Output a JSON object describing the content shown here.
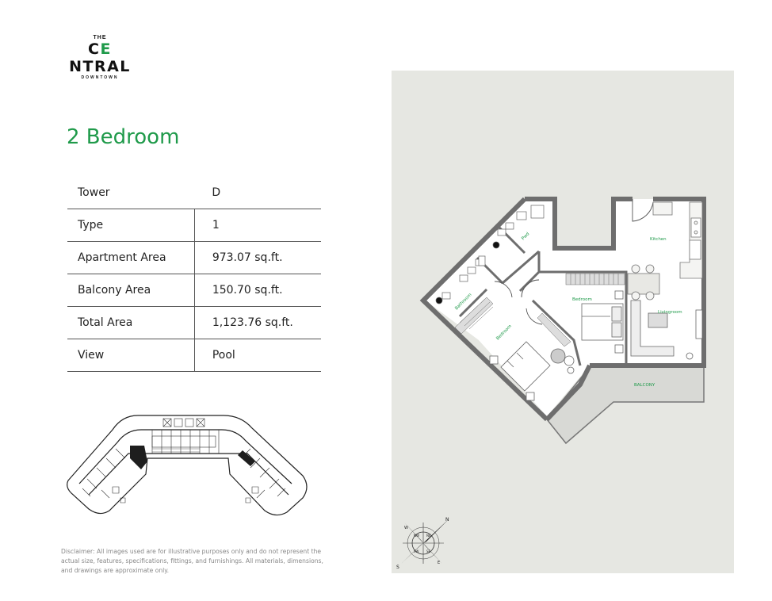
{
  "logo": {
    "top": "THE",
    "main_pre": "C",
    "main_e": "E",
    "main_post": "NTRAL",
    "sub": "DOWNTOWN"
  },
  "title": "2 Bedroom",
  "specs": [
    {
      "label": "Tower",
      "value": "D"
    },
    {
      "label": "Type",
      "value": "1"
    },
    {
      "label": "Apartment Area",
      "value": "973.07 sq.ft."
    },
    {
      "label": "Balcony Area",
      "value": "150.70 sq.ft."
    },
    {
      "label": "Total Area",
      "value": "1,123.76 sq.ft."
    },
    {
      "label": "View",
      "value": "Pool"
    }
  ],
  "disclaimer": "Disclaimer: All images used are for illustrative purposes only and do not represent the actual size, features, specifications, fittings, and furnishings. All materials, dimensions, and drawings are approximate only.",
  "plan_labels": {
    "kitchen": "Kitchen",
    "living": "Livingroom",
    "bedroom1": "Bedroom",
    "bedroom2": "Bedroom",
    "bathroom": "Bathroom",
    "pwd": "Pwd",
    "balcony": "BALCONY"
  },
  "compass": {
    "n": "N",
    "s": "S",
    "e": "E",
    "w": "W",
    "ne": "NE",
    "nw": "NW",
    "se": "SE",
    "sw": "SW"
  },
  "colors": {
    "accent": "#1f9a4a",
    "panel": "#e6e7e2",
    "wall": "#6e6e6e"
  }
}
